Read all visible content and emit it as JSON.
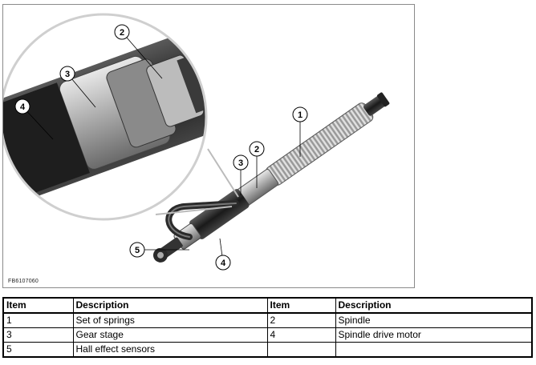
{
  "figure": {
    "code": "FB6107060",
    "callouts": [
      "1",
      "2",
      "3",
      "4",
      "5",
      "2",
      "3",
      "4"
    ]
  },
  "table": {
    "headers": [
      "Item",
      "Description",
      "Item",
      "Description"
    ],
    "rows": [
      [
        "1",
        "Set of springs",
        "2",
        "Spindle"
      ],
      [
        "3",
        "Gear stage",
        "4",
        "Spindle drive motor"
      ],
      [
        "5",
        "Hall effect sensors",
        "",
        ""
      ]
    ]
  }
}
